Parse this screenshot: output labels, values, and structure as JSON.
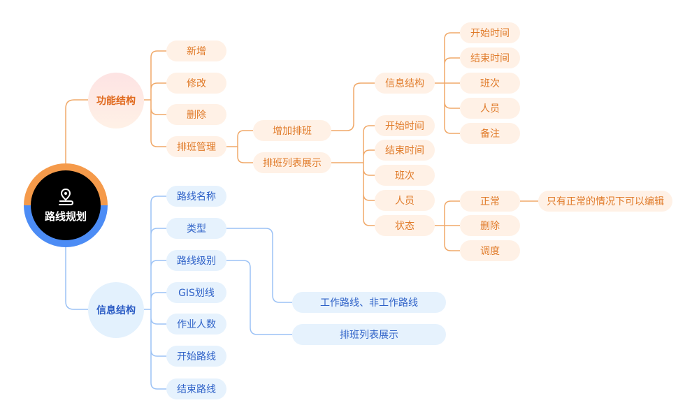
{
  "root": {
    "label": "路线规划",
    "icon": "route-pin-icon"
  },
  "colors": {
    "orange_line": "#f0a868",
    "blue_line": "#9cc2f5",
    "orange_text": "#e07a28",
    "blue_text": "#2f62c8"
  },
  "function_branch": {
    "label": "功能结构",
    "children": [
      "新增",
      "修改",
      "删除",
      "排班管理"
    ],
    "schedule_mgmt": {
      "children": [
        "增加排班",
        "排班列表展示"
      ],
      "add_schedule": {
        "child": "信息结构",
        "info_fields": [
          "开始时间",
          "结束时间",
          "班次",
          "人员",
          "备注"
        ]
      },
      "list_display": {
        "fields": [
          "开始时间",
          "结束时间",
          "班次",
          "人员",
          "状态"
        ],
        "status_values": [
          "正常",
          "删除",
          "调度"
        ],
        "normal_note": "只有正常的情况下可以编辑"
      }
    }
  },
  "info_branch": {
    "label": "信息结构",
    "children": [
      "路线名称",
      "类型",
      "路线级别",
      "GIS划线",
      "作业人数",
      "开始路线",
      "结束路线"
    ],
    "type_detail": "工作路线、非工作路线",
    "level_detail": "排班列表展示"
  }
}
